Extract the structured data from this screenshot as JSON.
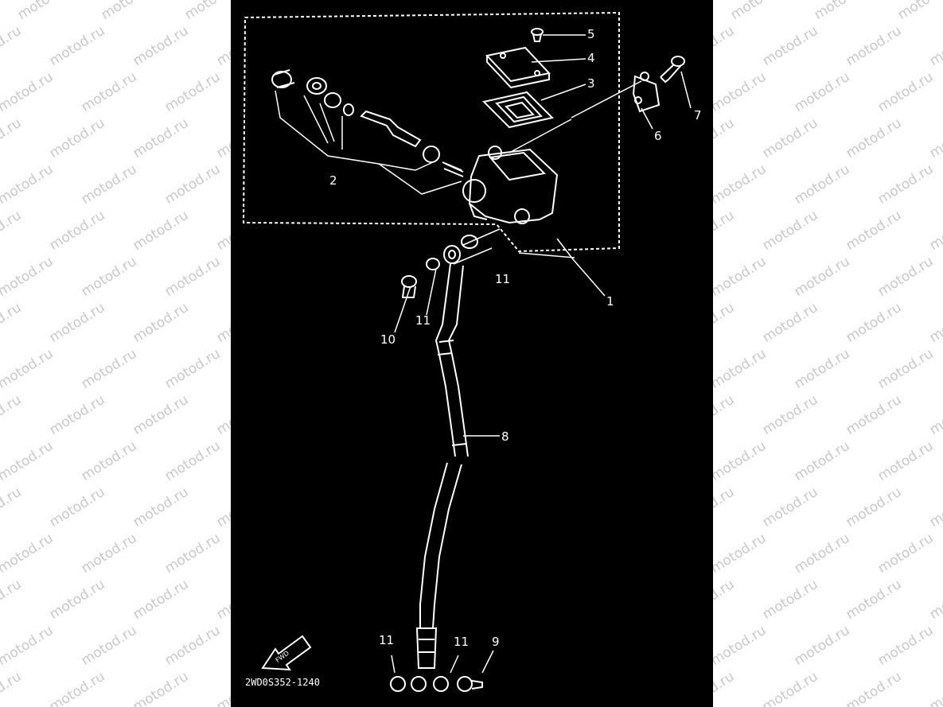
{
  "watermark": "motod.ru",
  "diagram": {
    "part_code": "2WD0S352-1240",
    "fwd_label": "FWD",
    "callouts": [
      "5",
      "4",
      "3",
      "7",
      "6",
      "2",
      "11",
      "1",
      "11",
      "10",
      "8",
      "11",
      "11",
      "9"
    ]
  },
  "colors": {
    "background": "#000000",
    "line": "#ffffff",
    "side": "#ffffff",
    "watermark": "#c9c9c9"
  }
}
